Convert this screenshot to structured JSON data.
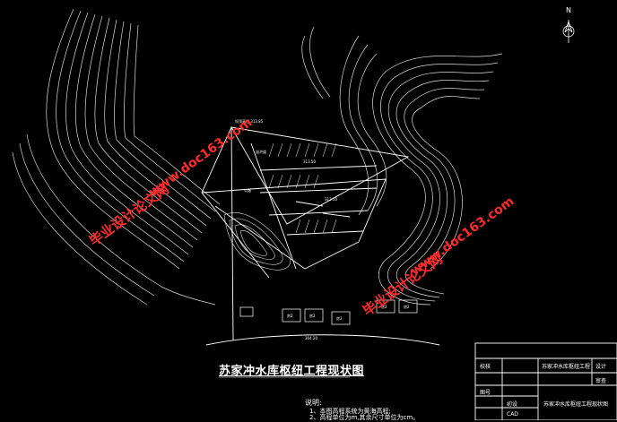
{
  "drawing": {
    "north_label": "N",
    "title": "苏家冲水库枢纽工程现状图",
    "notes_heading": "说明:",
    "notes": [
      "1、本图高程系统为黄海高程;",
      "2、高程单位为m,其余尺寸单位为cm。"
    ],
    "labels": {
      "dam_crest": "坝顶高程 313.85",
      "spillway": "溢洪道",
      "road": "公路",
      "house": "房2",
      "elevation_a": "313.50",
      "elevation_b": "312.50",
      "elevation_c": "304.20"
    }
  },
  "watermarks": {
    "site": "www.doc163.com",
    "text": "毕业设计论文网"
  },
  "title_block": {
    "project_label": "校核",
    "project_name": "苏家冲水库枢纽工程",
    "design_label": "设计",
    "review_label": "审查",
    "stage_label": "初设",
    "drawing_label": "苏家冲水库枢纽工程现状图",
    "number_label": "图号",
    "scale_value": "CAD"
  }
}
